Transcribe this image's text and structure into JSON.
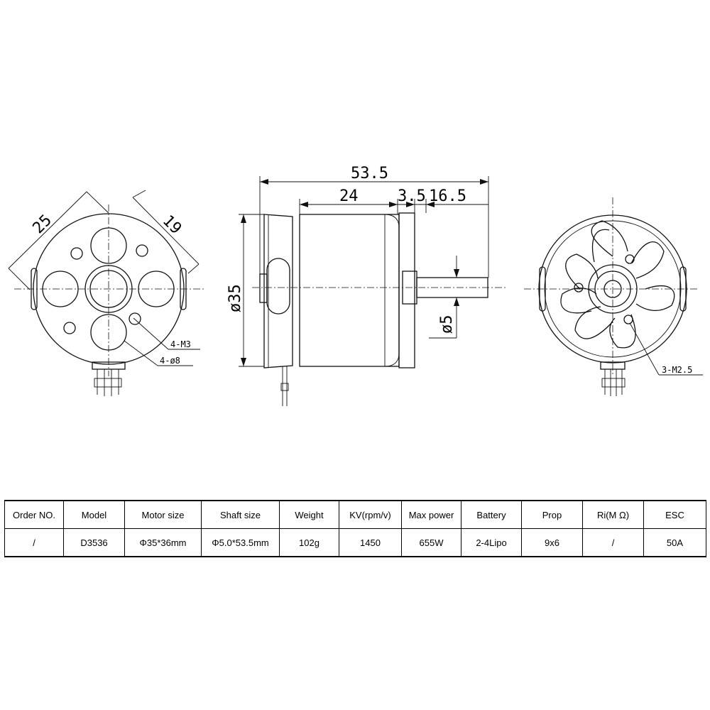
{
  "drawing": {
    "front_view": {
      "dim_diagonal_a": "25",
      "dim_diagonal_b": "19",
      "callout_thread": "4-M3",
      "callout_hole": "4-ø8"
    },
    "side_view": {
      "dim_total_length": "53.5",
      "dim_body_length": "24",
      "dim_shaft_collar": "3.5",
      "dim_shaft_length": "16.5",
      "dim_body_diameter": "ø35",
      "dim_shaft_diameter": "ø5"
    },
    "rear_view": {
      "callout_thread": "3-M2.5"
    }
  },
  "spec_table": {
    "headers": [
      "Order NO.",
      "Model",
      "Motor size",
      "Shaft size",
      "Weight",
      "KV(rpm/v)",
      "Max power",
      "Battery",
      "Prop",
      "Ri(M Ω)",
      "ESC"
    ],
    "values": [
      "/",
      "D3536",
      "Φ35*36mm",
      "Φ5.0*53.5mm",
      "102g",
      "1450",
      "655W",
      "2-4Lipo",
      "9x6",
      "/",
      "50A"
    ]
  }
}
